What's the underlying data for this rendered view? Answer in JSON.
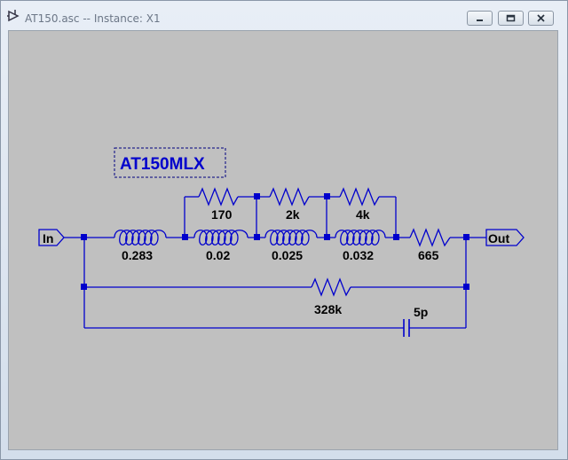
{
  "window": {
    "title": "AT150.asc -- Instance: X1",
    "buttons": {
      "minimize": "minimize-icon",
      "maximize": "maximize-icon",
      "close": "close-icon"
    }
  },
  "schematic": {
    "title": "AT150MLX",
    "ports": {
      "input": "In",
      "output": "Out"
    },
    "inductors": {
      "l1": "0.283",
      "l2": "0.02",
      "l3": "0.025",
      "l4": "0.032"
    },
    "resistors": {
      "r1": "170",
      "r2": "2k",
      "r3": "4k",
      "r4": "665",
      "r5": "328k"
    },
    "capacitors": {
      "c1": "5p"
    },
    "colors": {
      "wire": "#0000cc",
      "label": "#000000",
      "title": "#0000cc",
      "background": "#c0c0c0"
    }
  }
}
